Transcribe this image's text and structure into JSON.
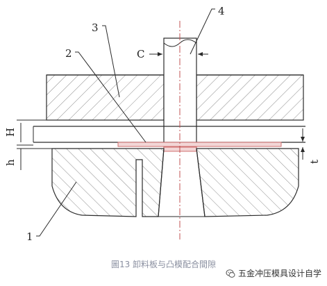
{
  "labels": {
    "part_1": "1",
    "part_2": "2",
    "part_3": "3",
    "part_4": "4",
    "clearance_c": "C",
    "gap_h_upper": "H",
    "gap_h_lower": "h",
    "thickness_t": "t"
  },
  "caption": "圖13 卸料板与凸模配合間隙",
  "watermark": "五金冲压模具设计自学",
  "icons": {
    "watermark_icon": "wechat-icon"
  },
  "colors": {
    "line": "#2a2a2a",
    "hatch": "#8c8c8c",
    "centerline": "#c05050",
    "workpiece": "#d07070",
    "caption": "#8a8fa0"
  }
}
